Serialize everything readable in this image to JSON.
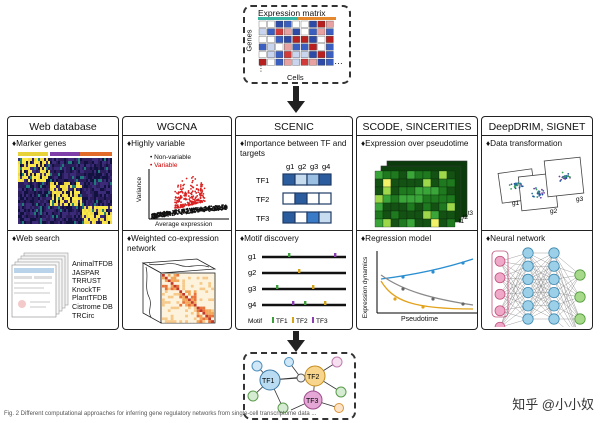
{
  "matrix": {
    "title": "Expression matrix",
    "ylabel": "Genes",
    "xlabel": "Cells",
    "ellipsis_h": "…",
    "ellipsis_v": "⋮"
  },
  "panels": {
    "web": {
      "title": "Web database",
      "sec1": "♦Marker genes",
      "sec2": "♦Web search",
      "databases": [
        "AnimalTFDB",
        "JASPAR",
        "TRRUST",
        "KnockTF",
        "PlantTFDB",
        "Cistrome DB",
        "TRCirc"
      ]
    },
    "wgcna": {
      "title": "WGCNA",
      "sec1": "♦Highly variable",
      "legend_nonvariable": "• Non-variable",
      "legend_variable": "• Variable",
      "ylabel": "Variance",
      "xlabel": "Average expression",
      "sec2": "♦Weighted co-expression network"
    },
    "scenic": {
      "title": "SCENIC",
      "sec1": "♦Importance between TF and targets",
      "targets": [
        "g1",
        "g2",
        "g3",
        "g4"
      ],
      "tfs": [
        "TF1",
        "TF2",
        "TF3"
      ],
      "sec2": "♦Motif discovery",
      "genes": [
        "g1",
        "g2",
        "g3",
        "g4"
      ],
      "motif_label": "Motif",
      "motif_tfs": [
        "TF1",
        "TF2",
        "TF3"
      ]
    },
    "scode": {
      "title": "SCODE, SINCERITIES",
      "sec1": "♦Expression over pseudotime",
      "times": [
        "t1",
        "t2",
        "t3"
      ],
      "sec2": "♦Regression model",
      "ylabel": "Expression dynamics",
      "xlabel": "Pseudotime"
    },
    "deepdrim": {
      "title": "DeepDRIM, SIGNET",
      "sec1": "♦Data transformation",
      "gene_labels": [
        "g1",
        "g2",
        "g3"
      ],
      "sec2": "♦Neural network"
    }
  },
  "network": {
    "nodes": [
      "TF1",
      "TF2",
      "TF3"
    ]
  },
  "watermark": "知乎 @小小奴",
  "caption": "Fig. 2 Different computational approaches for inferring gene regulatory networks from single-cell transcriptome data ..."
}
